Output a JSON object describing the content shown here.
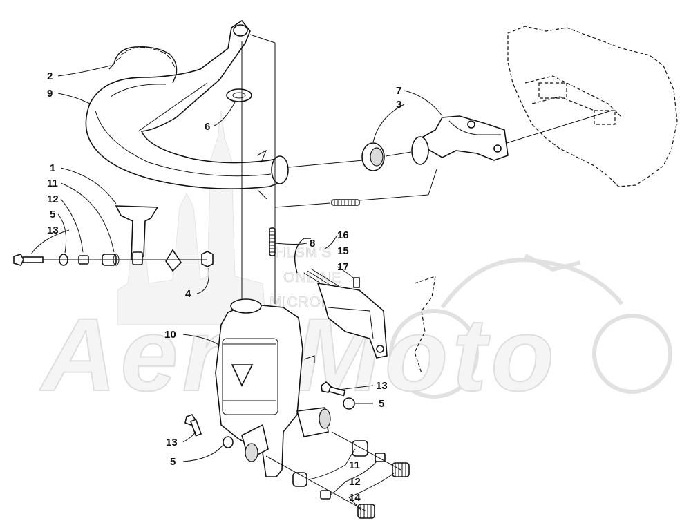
{
  "watermark": {
    "brand": "AeroMoto",
    "line1": "HLSM'S",
    "line2": "ONLINE",
    "line3": "MICROFICHE"
  },
  "callouts": {
    "c1": "1",
    "c2": "2",
    "c3": "3",
    "c4": "4",
    "c5a": "5",
    "c5b": "5",
    "c5c": "5",
    "c6": "6",
    "c7": "7",
    "c8": "8",
    "c9": "9",
    "c10": "10",
    "c11a": "11",
    "c11b": "11",
    "c12a": "12",
    "c12b": "12",
    "c13a": "13",
    "c13b": "13",
    "c13c": "13",
    "c14": "14",
    "c15": "15",
    "c16": "16",
    "c17": "17"
  }
}
